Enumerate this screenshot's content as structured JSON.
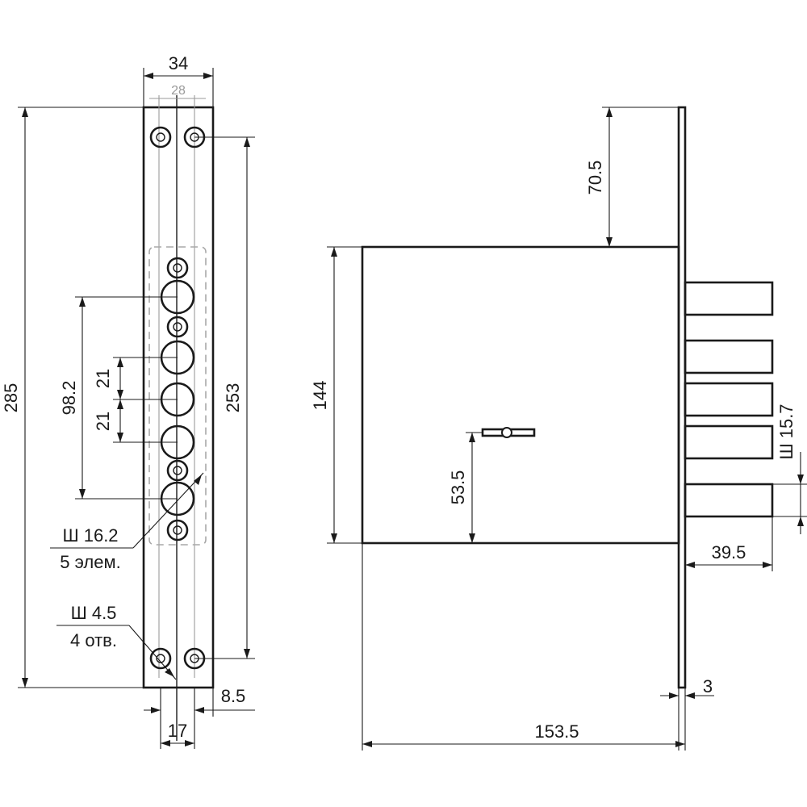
{
  "front_view": {
    "width_outer": "34",
    "width_inner": "28",
    "height_total": "285",
    "hole_spacing": "253",
    "span_98": "98.2",
    "span_21_top": "21",
    "span_21_bottom": "21",
    "cylinder_dia": "Ш 16.2",
    "cylinder_count": "5 элем.",
    "hole_dia": "Ш 4.5",
    "hole_count": "4 отв.",
    "offset_8": "8.5",
    "offset_17": "17"
  },
  "side_view": {
    "top_offset": "70.5",
    "body_height": "144",
    "keyhole_height": "53.5",
    "bolt_dia": "Ш 15.7",
    "bolt_throw": "39.5",
    "plate_thickness": "3",
    "total_depth": "153.5"
  }
}
